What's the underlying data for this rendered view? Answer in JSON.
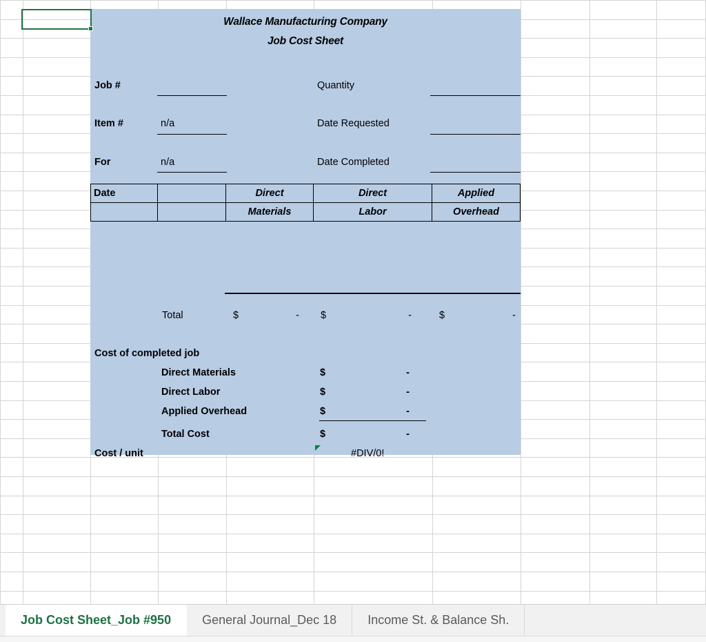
{
  "sheet": {
    "selected_cell": "",
    "form": {
      "title_line1": "Wallace Manufacturing Company",
      "title_line2": "Job Cost Sheet",
      "fields": {
        "job_no_label": "Job #",
        "job_no_value": "",
        "item_no_label": "Item #",
        "item_no_value": "n/a",
        "for_label": "For",
        "for_value": "n/a",
        "quantity_label": "Quantity",
        "quantity_value": "",
        "date_requested_label": "Date Requested",
        "date_requested_value": "",
        "date_completed_label": "Date Completed",
        "date_completed_value": ""
      },
      "table": {
        "headers": [
          {
            "line1": "Date",
            "line2": ""
          },
          {
            "line1": "",
            "line2": ""
          },
          {
            "line1": "Direct",
            "line2": "Materials"
          },
          {
            "line1": "Direct",
            "line2": "Labor"
          },
          {
            "line1": "Applied",
            "line2": "Overhead"
          }
        ],
        "total_label": "Total",
        "totals": [
          {
            "symbol": "$",
            "amount": "-"
          },
          {
            "symbol": "$",
            "amount": "-"
          },
          {
            "symbol": "$",
            "amount": "-"
          }
        ]
      },
      "summary": {
        "heading": "Cost of completed job",
        "rows": [
          {
            "label": "Direct Materials",
            "symbol": "$",
            "amount": "-"
          },
          {
            "label": "Direct Labor",
            "symbol": "$",
            "amount": "-"
          },
          {
            "label": "Applied Overhead",
            "symbol": "$",
            "amount": "-"
          },
          {
            "label": "Total Cost",
            "symbol": "$",
            "amount": "-"
          }
        ],
        "cost_per_unit_label": "Cost / unit",
        "cost_per_unit_value": "#DIV/0!"
      }
    }
  },
  "tabs": [
    {
      "label": "Job Cost Sheet_Job #950",
      "active": true
    },
    {
      "label": "General Journal_Dec 18",
      "active": false
    },
    {
      "label": "Income St. & Balance Sh.",
      "active": false
    }
  ],
  "colors": {
    "form_fill": "#b8cce4",
    "active_tab_text": "#1e7145",
    "selection_border": "#217346",
    "error_marker": "#0c8040",
    "gridline": "#d4d4d4"
  }
}
